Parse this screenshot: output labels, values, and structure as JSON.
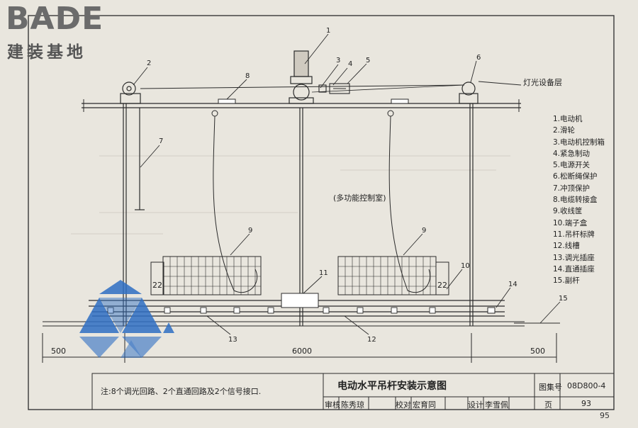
{
  "logo": {
    "main": "BADE",
    "sub": "建装基地"
  },
  "callouts": [
    "1",
    "2",
    "3",
    "4",
    "5",
    "6",
    "7",
    "8",
    "9",
    "9",
    "10",
    "11",
    "12",
    "13",
    "14",
    "15"
  ],
  "lighting_layer_label": "灯光设备层",
  "room_label": "(多功能控制室)",
  "box_labels": [
    "22",
    "22"
  ],
  "dimensions": [
    "500",
    "6000",
    "500"
  ],
  "legend": [
    "1.电动机",
    "2.滑轮",
    "3.电动机控制箱",
    "4.紧急制动",
    "5.电源开关",
    "6.松断绳保护",
    "7.冲顶保护",
    "8.电缆转接盒",
    "9.收线筐",
    "10.端子盒",
    "11.吊杆标牌",
    "12.线槽",
    "13.调光插座",
    "14.直通插座",
    "15.副杆"
  ],
  "note": "注:8个调光回路、2个直通回路及2个信号接口.",
  "title_block": {
    "title": "电动水平吊杆安装示意图",
    "atlas_label": "图集号",
    "atlas_no": "08D800-4",
    "review_label": "审核",
    "reviewer": "陈秀琼",
    "check_label": "校对",
    "checker": "宏育同",
    "design_label": "设计",
    "designer": "李雪佩",
    "page_label": "页",
    "page": "93"
  },
  "book_page": "95",
  "colors": {
    "line": "#2b2b2b",
    "watermark": "#2f6fc4",
    "paper": "#e9e6de"
  }
}
